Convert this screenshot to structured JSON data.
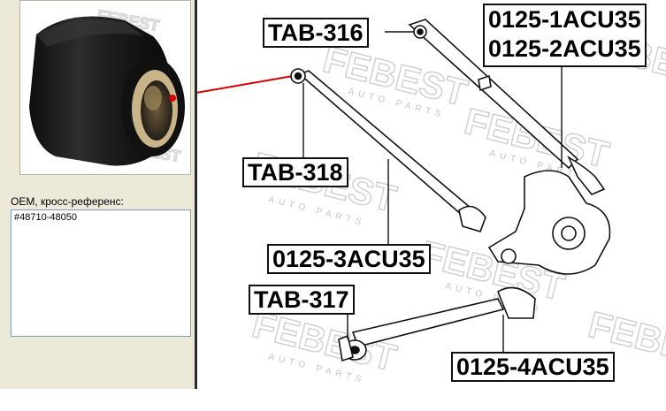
{
  "watermark": {
    "brand": "FEBEST",
    "sub": "AUTO PARTS"
  },
  "oem": {
    "label": "OEM, кросс-референс:",
    "entries": [
      "#48710-48050"
    ]
  },
  "callouts": {
    "tab316": "TAB-316",
    "tab318": "TAB-318",
    "tab317": "TAB-317",
    "acu35_1": "0125-1ACU35",
    "acu35_2": "0125-2ACU35",
    "acu35_3": "0125-3ACU35",
    "acu35_4": "0125-4ACU35"
  },
  "colors": {
    "pointer": "#d40000",
    "panel": "#ece9d8",
    "rubber": "#1c1c1c"
  }
}
